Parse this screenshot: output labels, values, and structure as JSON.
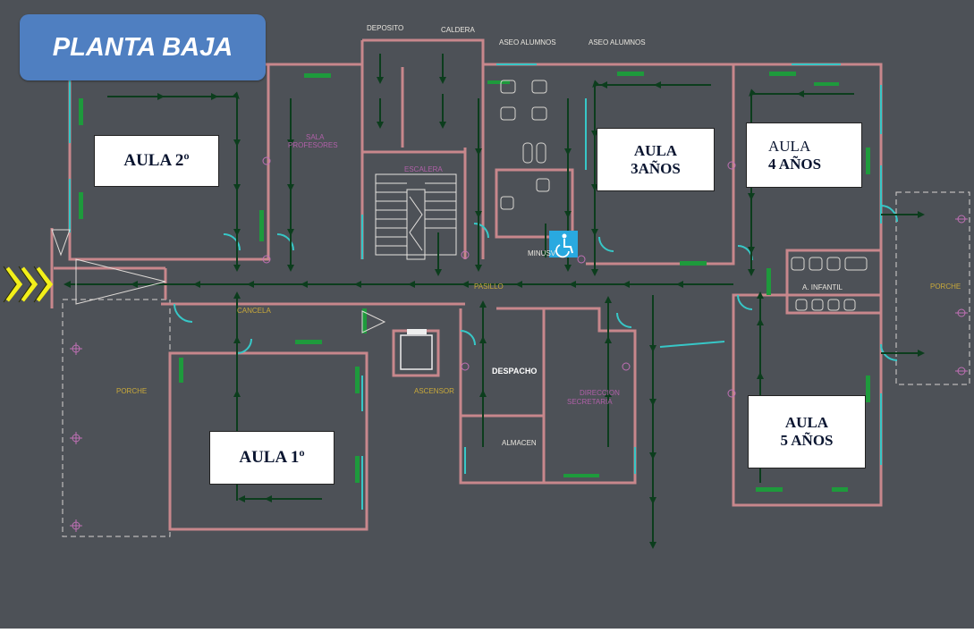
{
  "title": "PLANTA BAJA",
  "rooms": {
    "aula2": "AULA  2º",
    "aula1": "AULA 1º",
    "aula3_l1": "AULA",
    "aula3_l2": "3AÑOS",
    "aula4_l1": "AULA",
    "aula4_l2": "4 AÑOS",
    "aula5_l1": "AULA",
    "aula5_l2": "5 AÑOS"
  },
  "plan_labels": {
    "deposito": "DEPOSITO",
    "caldera": "CALDERA",
    "aseo1": "ASEO ALUMNOS",
    "aseo2": "ASEO ALUMNOS",
    "sala_l1": "SALA",
    "sala_l2": "PROFESORES",
    "escalera": "ESCALERA",
    "minusv": "MINUSV",
    "pasillo": "PASILLO",
    "cancela": "CANCELA",
    "porche_left": "PORCHE",
    "porche_right": "PORCHE",
    "ascensor": "ASCENSOR",
    "despacho": "DESPACHO",
    "direccion_l1": "DIRECCION",
    "direccion_l2": "SECRETARIA",
    "almacen": "ALMACEN",
    "infantil": "A. INFANTIL"
  },
  "icons": [
    "wheelchair-icon",
    "entry-chevrons-icon"
  ],
  "colors": {
    "background": "#4d5157",
    "walls": "#c8878c",
    "arrows": "#0c3d1d",
    "doors": "#37c7c7",
    "title_box": "#4f7fc1",
    "entry_chevrons": "#f2ef1a",
    "accessible": "#29a9e0"
  }
}
